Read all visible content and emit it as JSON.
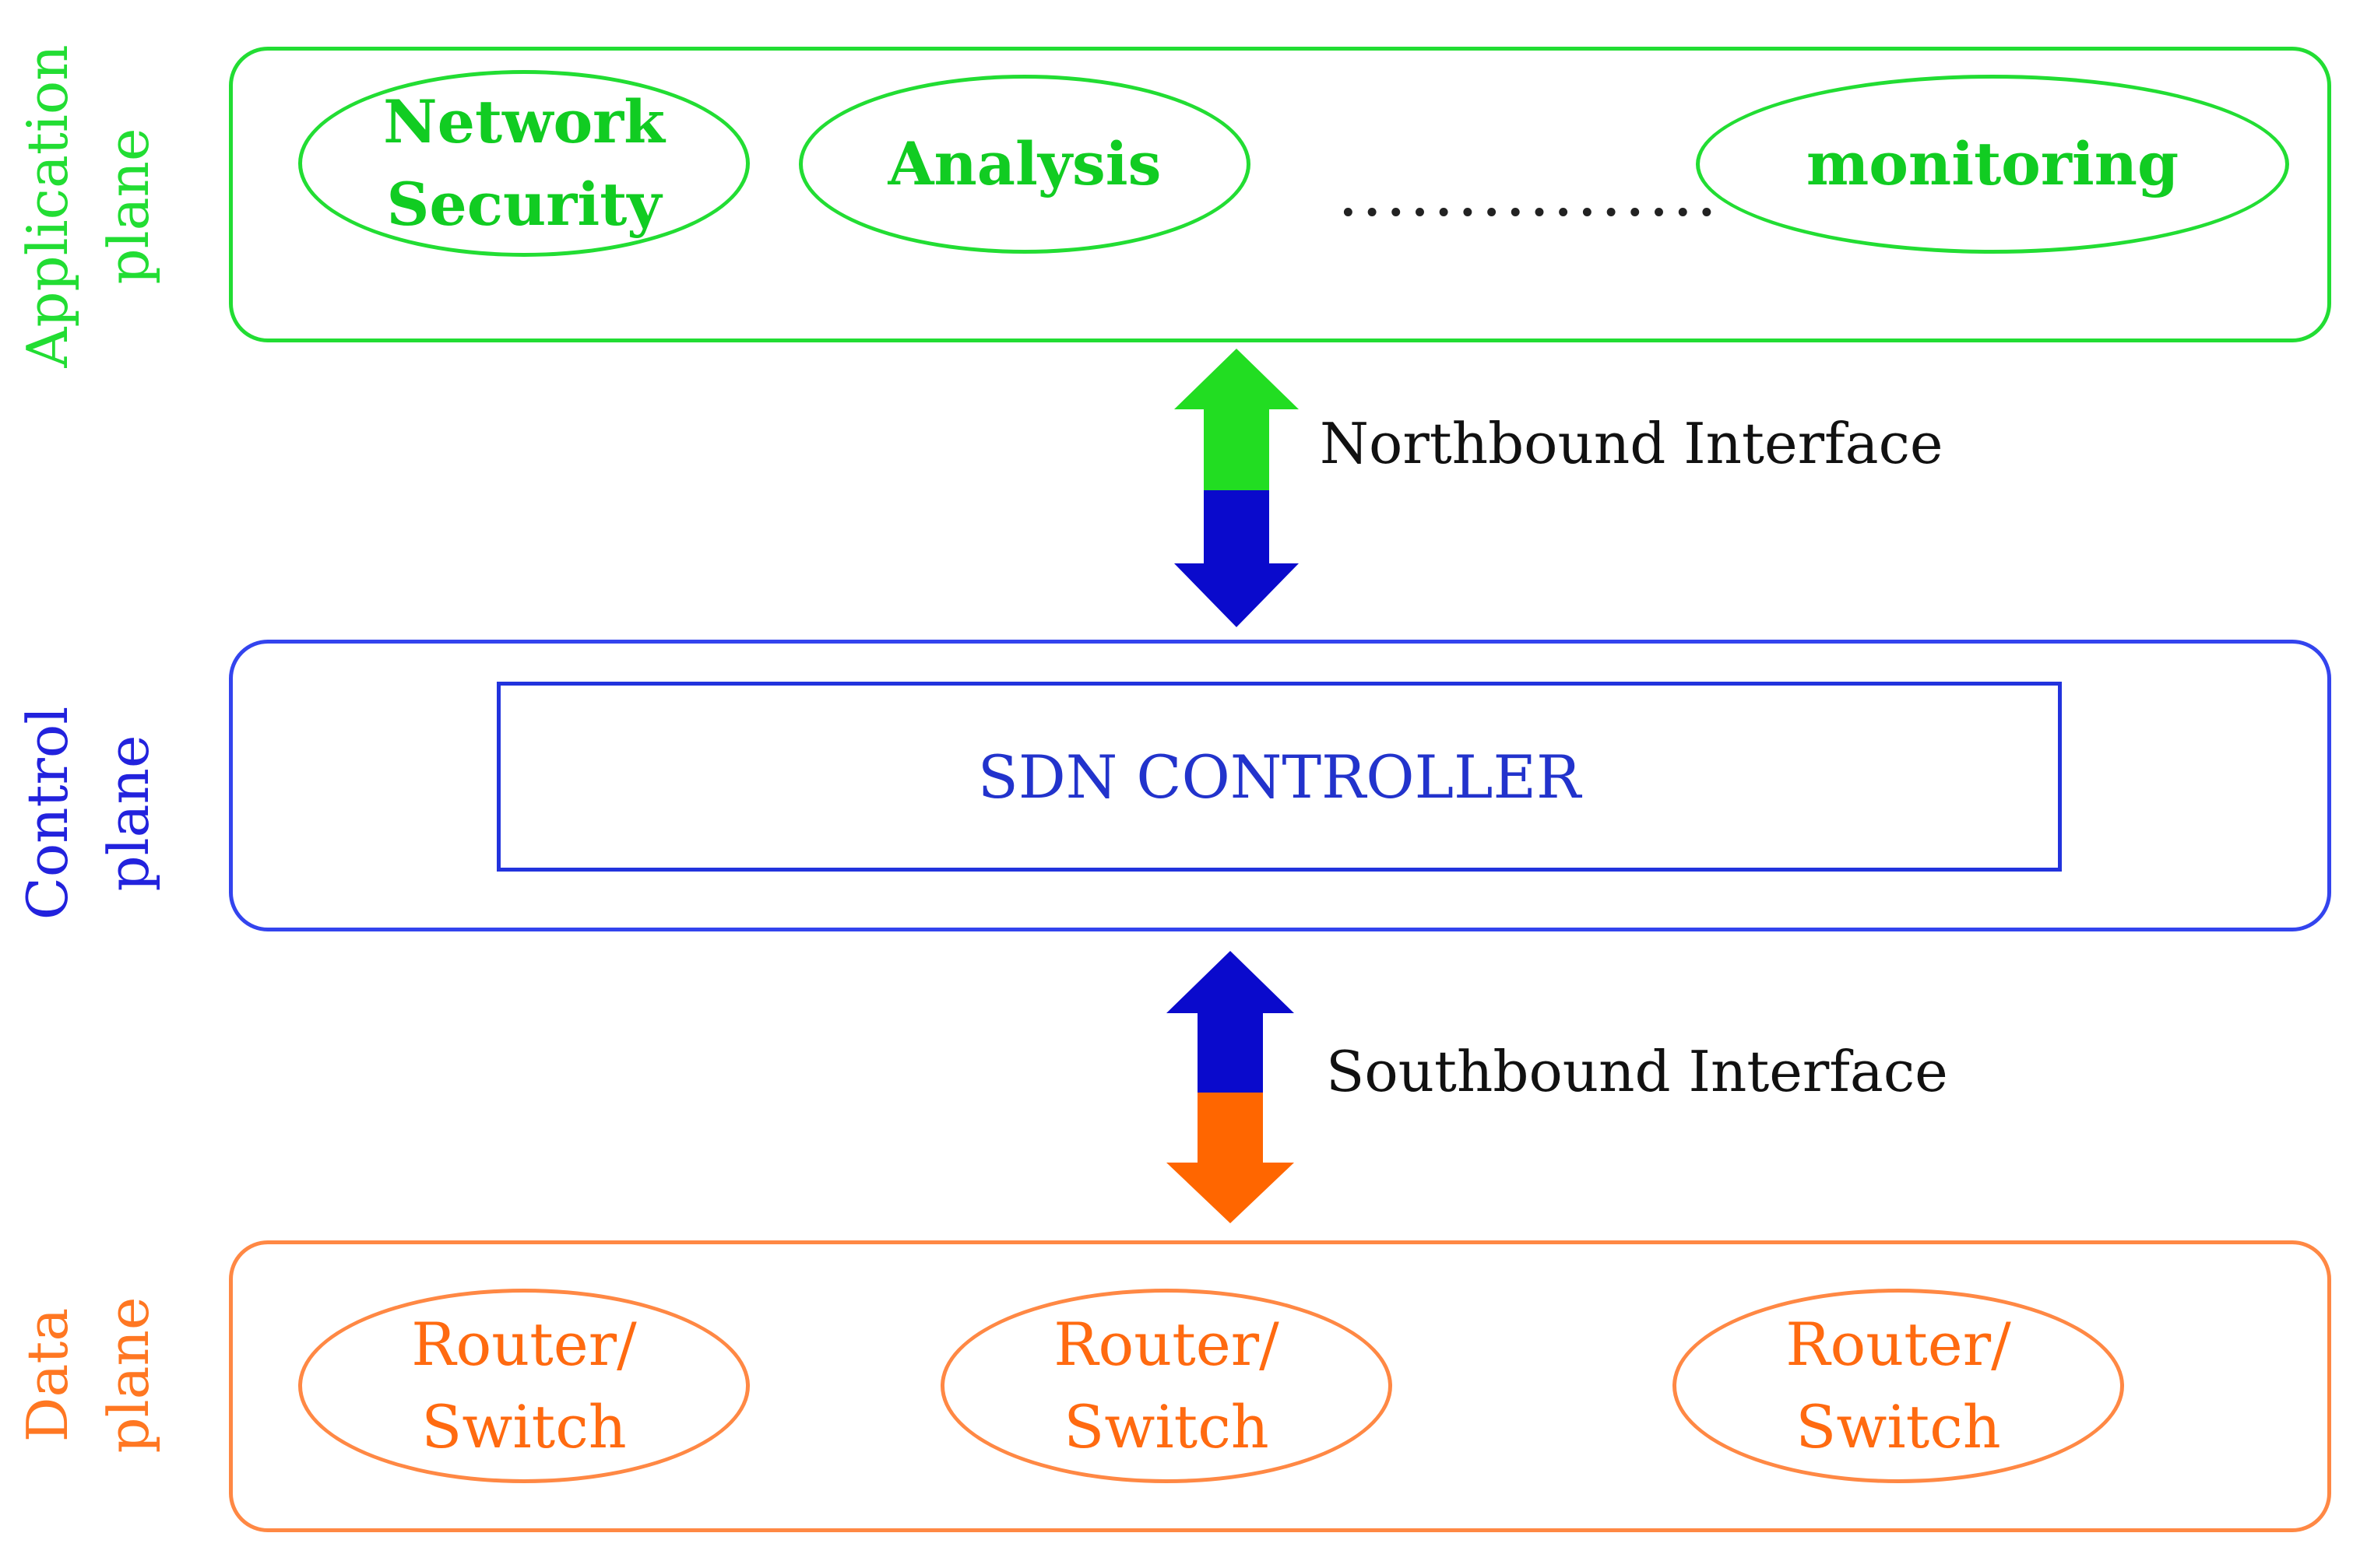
{
  "planes": {
    "application": {
      "line1": "Application",
      "line2": "plane"
    },
    "control": {
      "line1": "Control",
      "line2": "plane"
    },
    "data": {
      "line1": "Data",
      "line2": "plane"
    }
  },
  "application_layer": {
    "apps": [
      {
        "line1": "Network",
        "line2": "Security"
      },
      {
        "line1": "Analysis"
      },
      {
        "line1": "monitoring"
      }
    ],
    "ellipsis": "................"
  },
  "control_layer": {
    "controller_label": "SDN CONTROLLER"
  },
  "data_layer": {
    "devices": [
      {
        "line1": "Router/",
        "line2": "Switch"
      },
      {
        "line1": "Router/",
        "line2": "Switch"
      },
      {
        "line1": "Router/",
        "line2": "Switch"
      }
    ]
  },
  "interfaces": {
    "northbound": "Northbound Interface",
    "southbound": "Southbound Interface"
  },
  "colors": {
    "application": "#22dd33",
    "control": "#2222dd",
    "data": "#ff7722",
    "arrow_green": "#22dd22",
    "arrow_blue": "#0a0acc",
    "arrow_orange": "#ff6600"
  }
}
